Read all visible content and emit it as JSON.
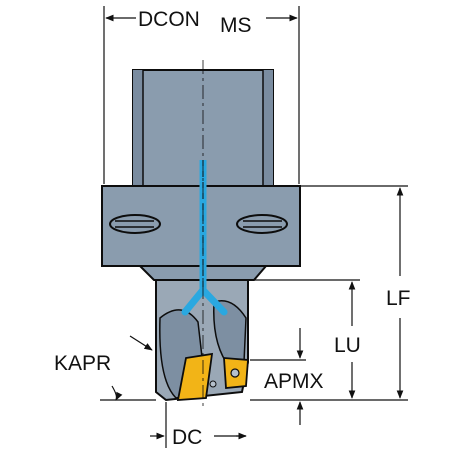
{
  "labels": {
    "dcon_main": "DCON",
    "dcon_sub": "MS",
    "lf": "LF",
    "lu": "LU",
    "kapr": "KAPR",
    "apmx": "APMX",
    "dc": "DC"
  },
  "colors": {
    "body": "#8a9cae",
    "body_dark": "#6d8093",
    "coolant": "#2aa8e0",
    "insert": "#f2b417",
    "outline": "#0d0d0d",
    "cutter": "#9aa8b6"
  }
}
